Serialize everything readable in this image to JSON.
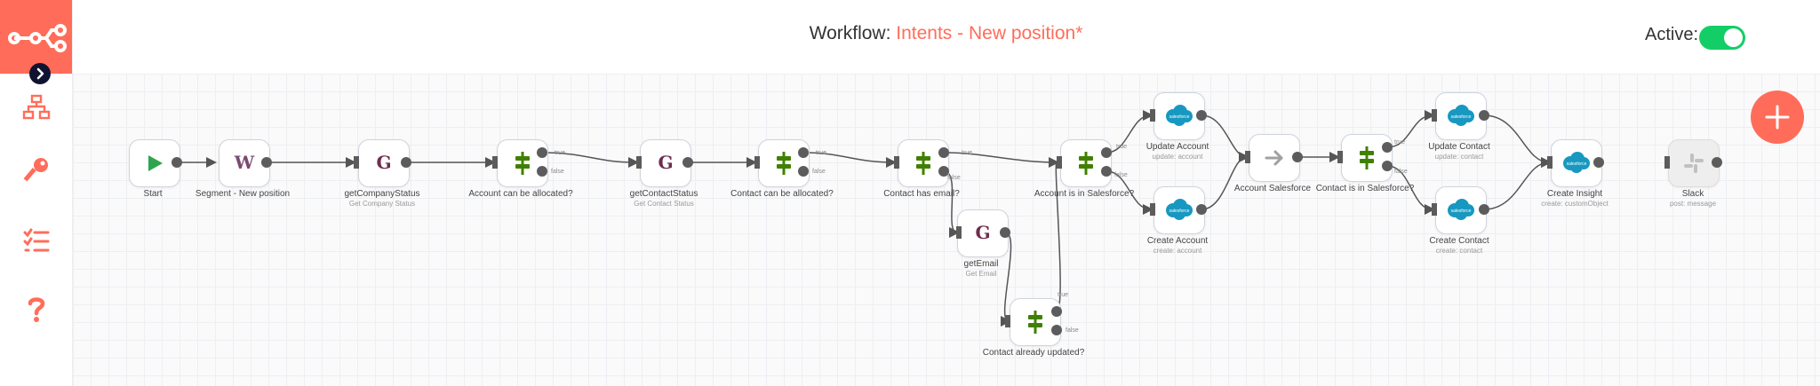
{
  "app": {
    "brand_color": "#ff6d5a"
  },
  "header": {
    "title_prefix": "Workflow:",
    "workflow_name": "Intents - New position*",
    "active_label": "Active:",
    "active": true
  },
  "sidebar": {
    "items": [
      {
        "icon": "network-icon"
      },
      {
        "icon": "key-icon"
      },
      {
        "icon": "list-check-icon"
      },
      {
        "icon": "question-icon"
      }
    ]
  },
  "nodes": [
    {
      "id": "start",
      "label": "Start",
      "subtitle": "",
      "icon": "play-icon"
    },
    {
      "id": "segment",
      "label": "Segment - New position",
      "subtitle": "",
      "icon": "webhook-w-icon",
      "letter": "W"
    },
    {
      "id": "getCompanyStatus",
      "label": "getCompanyStatus",
      "subtitle": "Get Company Status",
      "icon": "g-letter-icon",
      "letter": "G"
    },
    {
      "id": "accountAllocated",
      "label": "Account can be allocated?",
      "subtitle": "",
      "icon": "if-signpost-icon",
      "true_label": "true",
      "false_label": "false"
    },
    {
      "id": "getContactStatus",
      "label": "getContactStatus",
      "subtitle": "Get Contact Status",
      "icon": "g-letter-icon",
      "letter": "G"
    },
    {
      "id": "contactAllocated",
      "label": "Contact can be allocated?",
      "subtitle": "",
      "icon": "if-signpost-icon",
      "true_label": "true",
      "false_label": "false"
    },
    {
      "id": "contactHasEmail",
      "label": "Contact has email?",
      "subtitle": "",
      "icon": "if-signpost-icon",
      "true_label": "true",
      "false_label": "false"
    },
    {
      "id": "getEmail",
      "label": "getEmail",
      "subtitle": "Get Email",
      "icon": "g-letter-icon",
      "letter": "G"
    },
    {
      "id": "contactUpdated",
      "label": "Contact already updated?",
      "subtitle": "",
      "icon": "if-signpost-icon",
      "true_label": "true",
      "false_label": "false"
    },
    {
      "id": "accountInSalesforce",
      "label": "Account is in Salesforce?",
      "subtitle": "",
      "icon": "if-signpost-icon",
      "true_label": "true",
      "false_label": "false"
    },
    {
      "id": "updateAccount",
      "label": "Update Account",
      "subtitle": "update: account",
      "icon": "salesforce-icon"
    },
    {
      "id": "createAccount",
      "label": "Create Account",
      "subtitle": "create: account",
      "icon": "salesforce-icon"
    },
    {
      "id": "accountSalesforce",
      "label": "Account Salesforce",
      "subtitle": "",
      "icon": "arrow-right-icon"
    },
    {
      "id": "contactInSalesforce",
      "label": "Contact is in Salesforce?",
      "subtitle": "",
      "icon": "if-signpost-icon",
      "true_label": "true",
      "false_label": "false"
    },
    {
      "id": "updateContact",
      "label": "Update Contact",
      "subtitle": "update: contact",
      "icon": "salesforce-icon"
    },
    {
      "id": "createContact",
      "label": "Create Contact",
      "subtitle": "create: contact",
      "icon": "salesforce-icon"
    },
    {
      "id": "createInsight",
      "label": "Create Insight",
      "subtitle": "create: customObject",
      "icon": "salesforce-icon"
    },
    {
      "id": "slack",
      "label": "Slack",
      "subtitle": "post: message",
      "icon": "slack-icon",
      "disabled": true
    }
  ],
  "connections": [
    [
      "start",
      "segment"
    ],
    [
      "segment",
      "getCompanyStatus"
    ],
    [
      "getCompanyStatus",
      "accountAllocated"
    ],
    [
      "accountAllocated:true",
      "getContactStatus"
    ],
    [
      "getContactStatus",
      "contactAllocated"
    ],
    [
      "contactAllocated:true",
      "contactHasEmail"
    ],
    [
      "contactHasEmail:true",
      "accountInSalesforce"
    ],
    [
      "contactHasEmail:false",
      "getEmail"
    ],
    [
      "getEmail",
      "contactUpdated"
    ],
    [
      "contactUpdated:true",
      "accountInSalesforce"
    ],
    [
      "accountInSalesforce:true",
      "updateAccount"
    ],
    [
      "accountInSalesforce:false",
      "createAccount"
    ],
    [
      "updateAccount",
      "accountSalesforce"
    ],
    [
      "createAccount",
      "accountSalesforce"
    ],
    [
      "accountSalesforce",
      "contactInSalesforce"
    ],
    [
      "contactInSalesforce:true",
      "updateContact"
    ],
    [
      "contactInSalesforce:false",
      "createContact"
    ],
    [
      "updateContact",
      "createInsight"
    ],
    [
      "createContact",
      "createInsight"
    ]
  ]
}
